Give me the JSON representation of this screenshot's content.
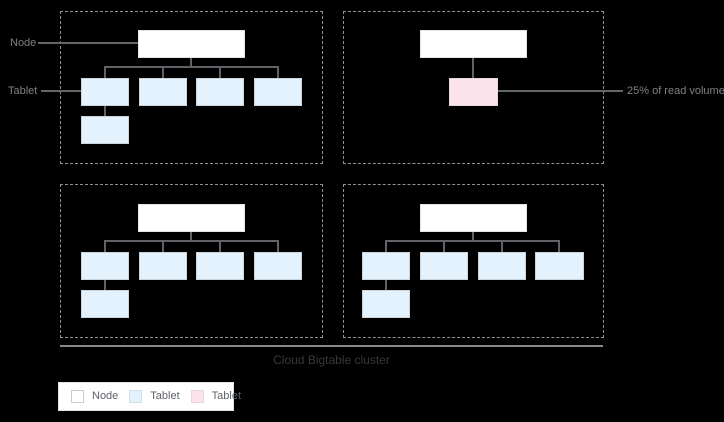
{
  "annotations": {
    "node_label": "Node",
    "tablet_label": "Tablet",
    "read_volume_label": "25% of read volume"
  },
  "footer": {
    "cluster_label": "Cloud Bigtable cluster"
  },
  "legend": {
    "items": [
      {
        "label": "Node",
        "swatch_color": "#ffffff"
      },
      {
        "label": "Tablet",
        "swatch_color": "#e3f2fd"
      },
      {
        "label": "Tablet",
        "swatch_color": "#fce4ec"
      }
    ]
  },
  "diagram": {
    "title": "Cloud Bigtable cluster",
    "nodes": [
      {
        "id": 1,
        "blue_tablets": 5,
        "pink_tablets": 0
      },
      {
        "id": 2,
        "blue_tablets": 0,
        "pink_tablets": 1,
        "pink_tablet_annotation": "25% of read volume"
      },
      {
        "id": 3,
        "blue_tablets": 5,
        "pink_tablets": 0
      },
      {
        "id": 4,
        "blue_tablets": 5,
        "pink_tablets": 0
      }
    ]
  },
  "colors": {
    "background": "#000000",
    "node_fill": "#ffffff",
    "tablet_blue": "#e3f2fd",
    "tablet_pink": "#fce4ec",
    "connector_gray": "#5f6368",
    "dashed_border": "#8f9396",
    "annotation_text": "#7d8084",
    "cluster_text": "#35393c",
    "legend_text": "#5f6368"
  }
}
